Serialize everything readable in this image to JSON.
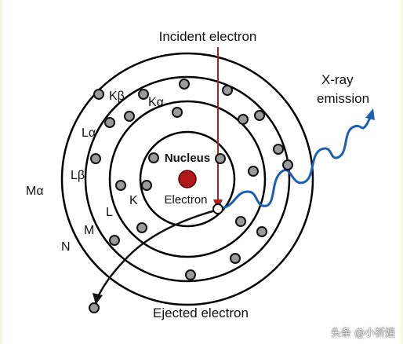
{
  "labels": {
    "incident": "Incident electron",
    "xray": "X-ray",
    "emission": "emission",
    "nucleus": "Nucleus",
    "electron": "Electron",
    "ejected": "Ejected electron",
    "K_beta": "Kβ",
    "K_alpha": "Kα",
    "L_alpha": "Lα",
    "L_beta": "Lβ",
    "M_alpha": "Mα",
    "K": "K",
    "L": "L",
    "M": "M",
    "N": "N"
  },
  "watermark": "头条 @小祈姐",
  "colors": {
    "orbit": "#000000",
    "electron_fill": "#9a9a9a",
    "nucleus": "#b01818",
    "incident_line": "#b02020",
    "xray_wave": "#1a5fb4"
  }
}
